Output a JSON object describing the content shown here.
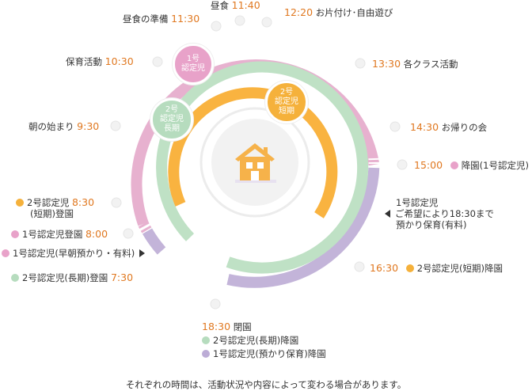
{
  "colors": {
    "pink": "#e7b1cf",
    "pink_dot": "#e8a2c9",
    "green": "#bfe1c5",
    "green_dot": "#b6dcbe",
    "orange": "#f9b340",
    "orange_dot": "#f5b13b",
    "purple": "#c3b4d9",
    "purple_dot": "#bcacd6",
    "time": "#e07820",
    "house": "#f6b24a"
  },
  "badges": {
    "type1": "1号\n認定児",
    "type2_long": "2号\n認定児\n長期",
    "type2_short": "2号\n認定児\n短期"
  },
  "schedule": {
    "t1140": {
      "time": "11:40",
      "label": "昼食"
    },
    "t1130": {
      "time": "11:30",
      "label": "昼食の準備"
    },
    "t1220": {
      "time": "12:20",
      "label": "お片付け･自由遊び"
    },
    "t1030": {
      "time": "10:30",
      "label": "保育活動"
    },
    "t1330": {
      "time": "13:30",
      "label": "各クラス活動"
    },
    "t930": {
      "time": "9:30",
      "label": "朝の始まり"
    },
    "t1430": {
      "time": "14:30",
      "label": "お帰りの会"
    },
    "t1500": {
      "time": "15:00",
      "label": "降園(1号認定児)"
    },
    "t830": {
      "time": "8:30",
      "label": "2号認定児",
      "sub": "(短期)登園"
    },
    "note_extended": {
      "line1": "1号認定児",
      "line2": "ご希望により18:30まで",
      "line3": "預かり保育(有料)"
    },
    "t800": {
      "time": "8:00",
      "label": "1号認定児登園"
    },
    "early_care": {
      "label": "1号認定児(早朝預かり・有料)"
    },
    "t730": {
      "time": "7:30",
      "label": "2号認定児(長期)登園"
    },
    "t1630": {
      "time": "16:30",
      "label": "2号認定児(短期)降園"
    },
    "t1830": {
      "time": "18:30",
      "label": "閉園",
      "sub1": "2号認定児(長期)降園",
      "sub2": "1号認定児(預かり保育)降園"
    }
  },
  "footnote": "それぞれの時間は、活動状況や内容によって変わる場合があります。"
}
